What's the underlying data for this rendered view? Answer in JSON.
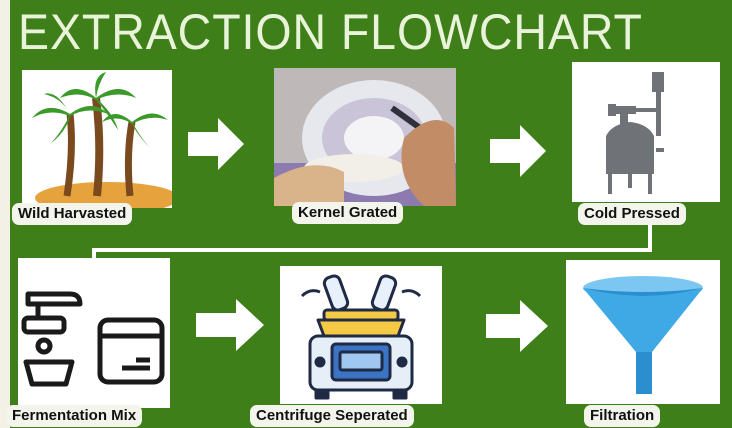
{
  "title": "EXTRACTION FLOWCHART",
  "steps": [
    {
      "label": "Wild Harvasted",
      "icon": "palm-trees-icon"
    },
    {
      "label": "Kernel Grated",
      "icon": "grating-photo"
    },
    {
      "label": "Cold Pressed",
      "icon": "press-tank-icon"
    },
    {
      "label": "Fermentation Mix",
      "icon": "fermentation-kitchen-icon"
    },
    {
      "label": "Centrifuge Seperated",
      "icon": "centrifuge-icon"
    },
    {
      "label": "Filtration",
      "icon": "funnel-icon"
    }
  ],
  "colors": {
    "background": "#3f7f1a",
    "label_bg": "#f3f5ec",
    "arrow": "#ffffff",
    "funnel": "#3fa9e6"
  }
}
